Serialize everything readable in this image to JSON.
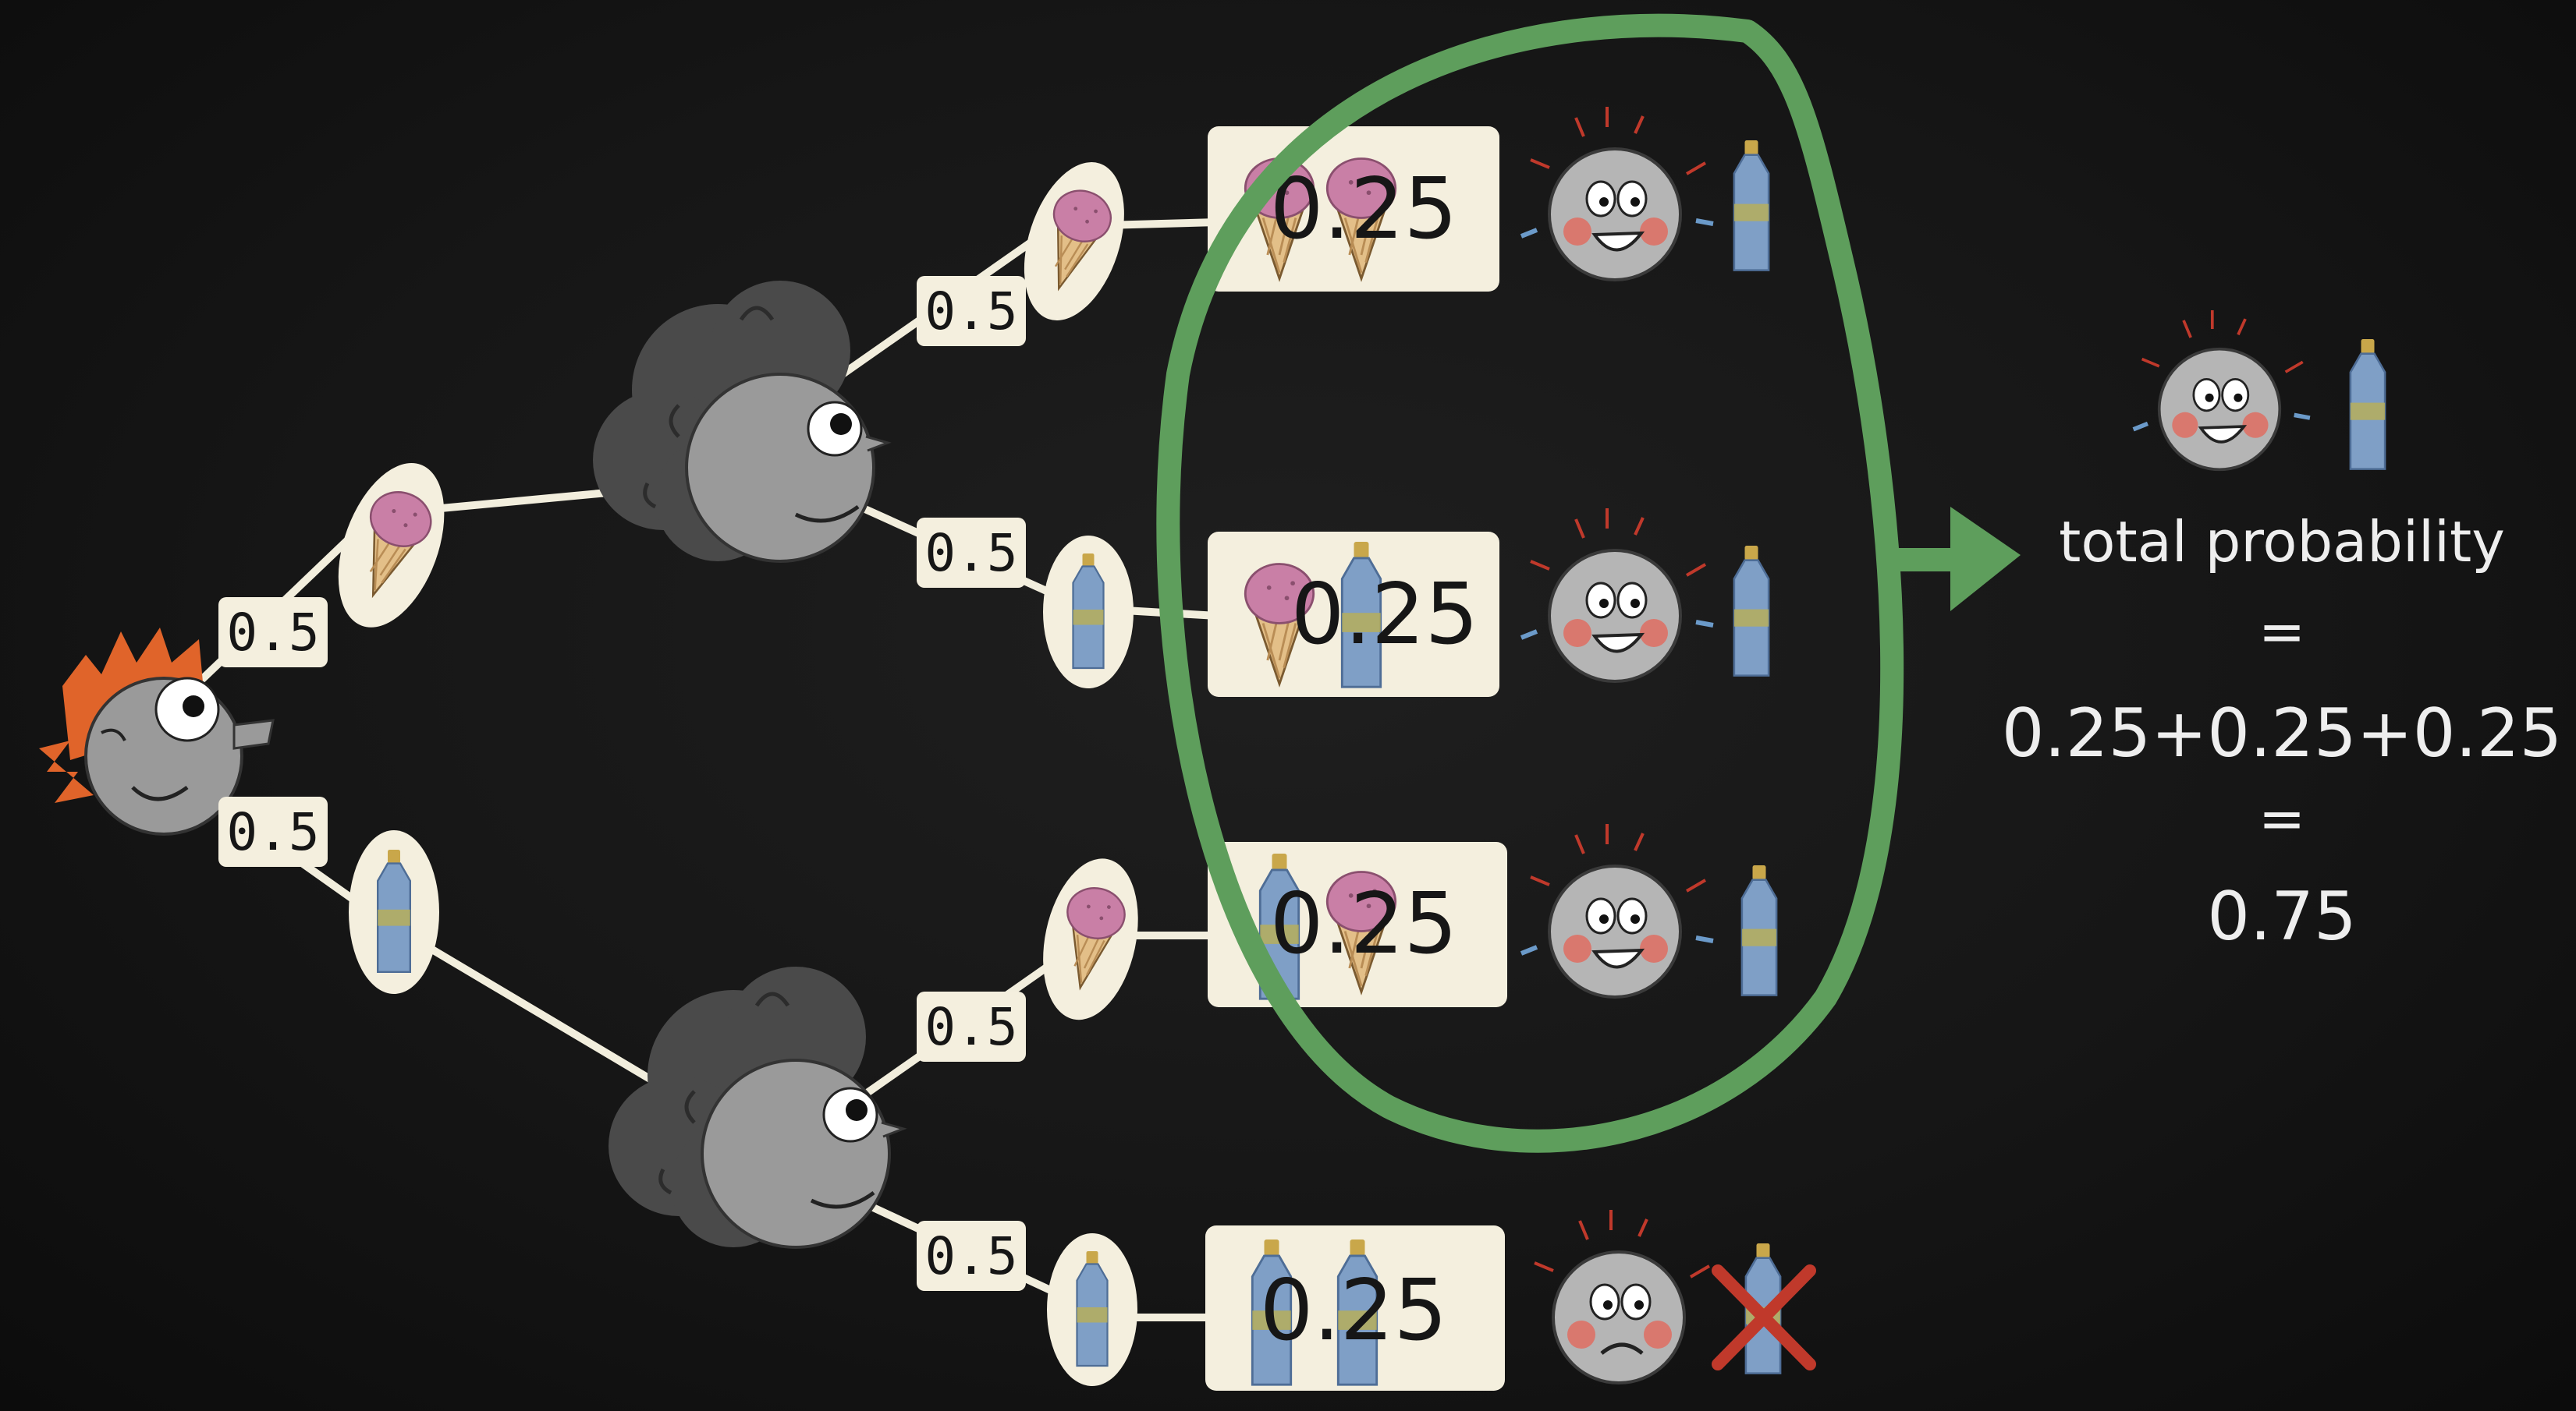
{
  "branches": {
    "root_icecream": "0.5",
    "root_water": "0.5",
    "top_icecream": "0.5",
    "top_water": "0.5",
    "bottom_icecream": "0.5",
    "bottom_water": "0.5"
  },
  "outcomes": [
    {
      "probability": "0.25",
      "pair": [
        "ice-cream",
        "ice-cream"
      ],
      "result": "happy",
      "item": "water"
    },
    {
      "probability": "0.25",
      "pair": [
        "ice-cream",
        "water"
      ],
      "result": "happy",
      "item": "water"
    },
    {
      "probability": "0.25",
      "pair": [
        "water",
        "ice-cream"
      ],
      "result": "happy",
      "item": "water"
    },
    {
      "probability": "0.25",
      "pair": [
        "water",
        "water"
      ],
      "result": "sad",
      "item": "water-crossed"
    }
  ],
  "summary": {
    "label": "total probability",
    "eq1": "=",
    "expression": "0.25+0.25+0.25",
    "eq2": "=",
    "result": "0.75"
  },
  "colors": {
    "background": "#141414",
    "card": "#f4efde",
    "highlight_loop": "#5e9e5c",
    "ice_cream": "#c97fa6",
    "cone": "#e3bf88",
    "bottle": "#7f9fc6",
    "bottle_band": "#b6ae5a",
    "hair_orange": "#e0642a",
    "cross": "#c0392b"
  }
}
